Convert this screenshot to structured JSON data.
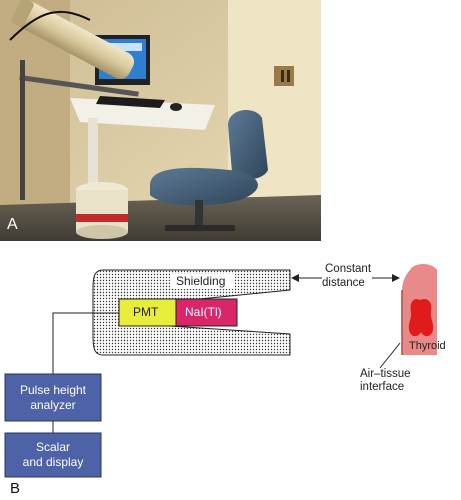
{
  "panels": {
    "a_label": "A",
    "b_label": "B"
  },
  "diagram": {
    "shielding_label": "Shielding",
    "pmt_label": "PMT",
    "nai_label": "NaI(Tl)",
    "constant_distance_line1": "Constant",
    "constant_distance_line2": "distance",
    "thyroid_label": "Thyroid",
    "air_tissue_line1": "Air–tissue",
    "air_tissue_line2": "interface",
    "pulse_height_line1": "Pulse height",
    "pulse_height_line2": "analyzer",
    "scalar_line1": "Scalar",
    "scalar_line2": "and display"
  },
  "colors": {
    "pmt": "#e8ec3a",
    "nai": "#d9266a",
    "blue_box": "#4e62a8",
    "tissue": "#e98a8a",
    "thyroid": "#e11b1b",
    "shielding_fill": "#d6d6d6"
  }
}
